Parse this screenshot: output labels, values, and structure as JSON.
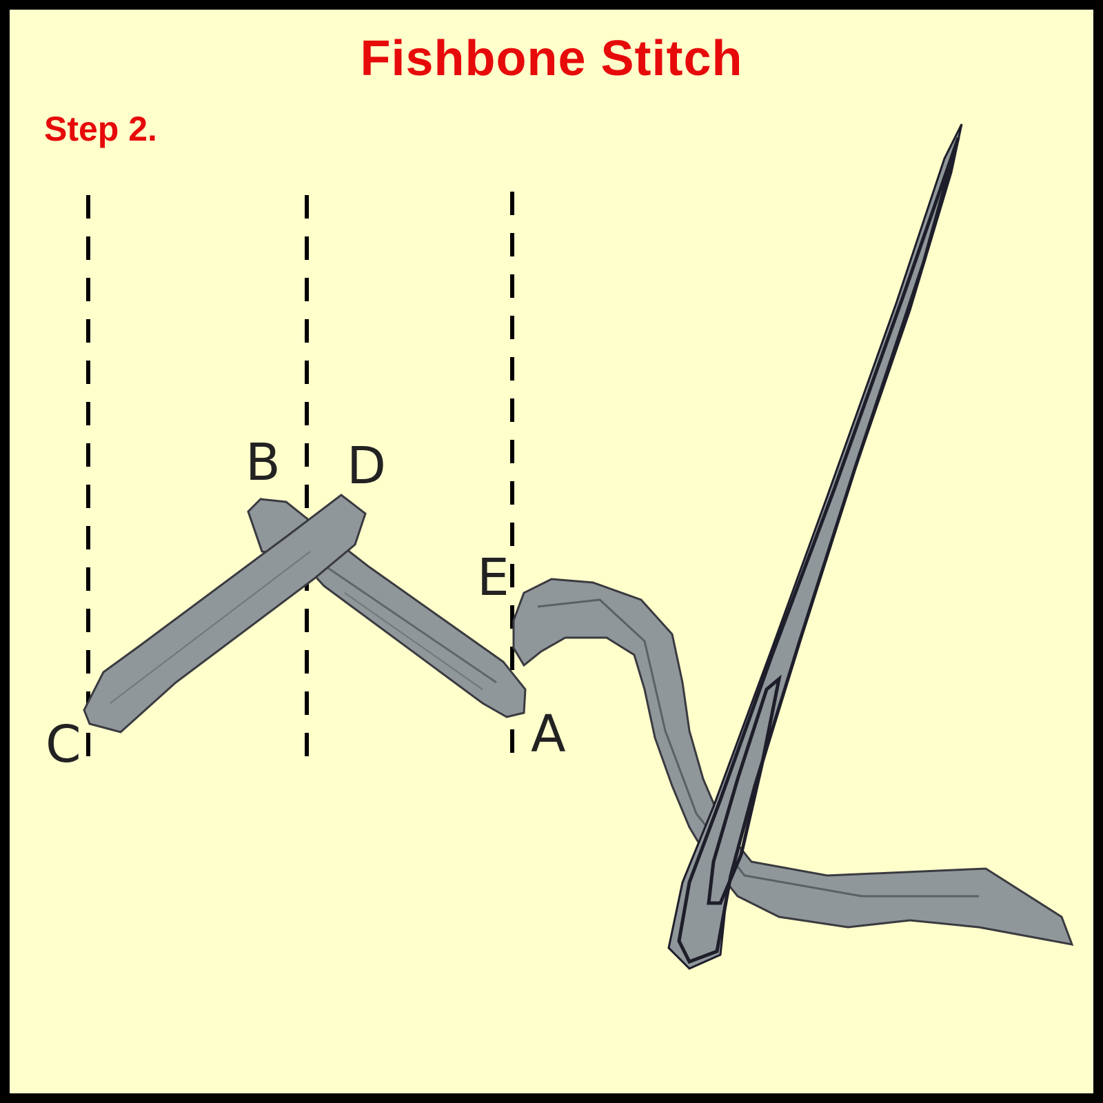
{
  "title": "Fishbone Stitch",
  "step": "Step 2.",
  "points": {
    "A": "A",
    "B": "B",
    "C": "C",
    "D": "D",
    "E": "E"
  },
  "colors": {
    "background": "#ffffcc",
    "border": "#000000",
    "title": "#e60a0a",
    "thread": "#8f979a",
    "outline": "#1e1e2a",
    "guide_lines": "#000000"
  },
  "guide_lines_x": [
    128,
    445,
    743
  ]
}
